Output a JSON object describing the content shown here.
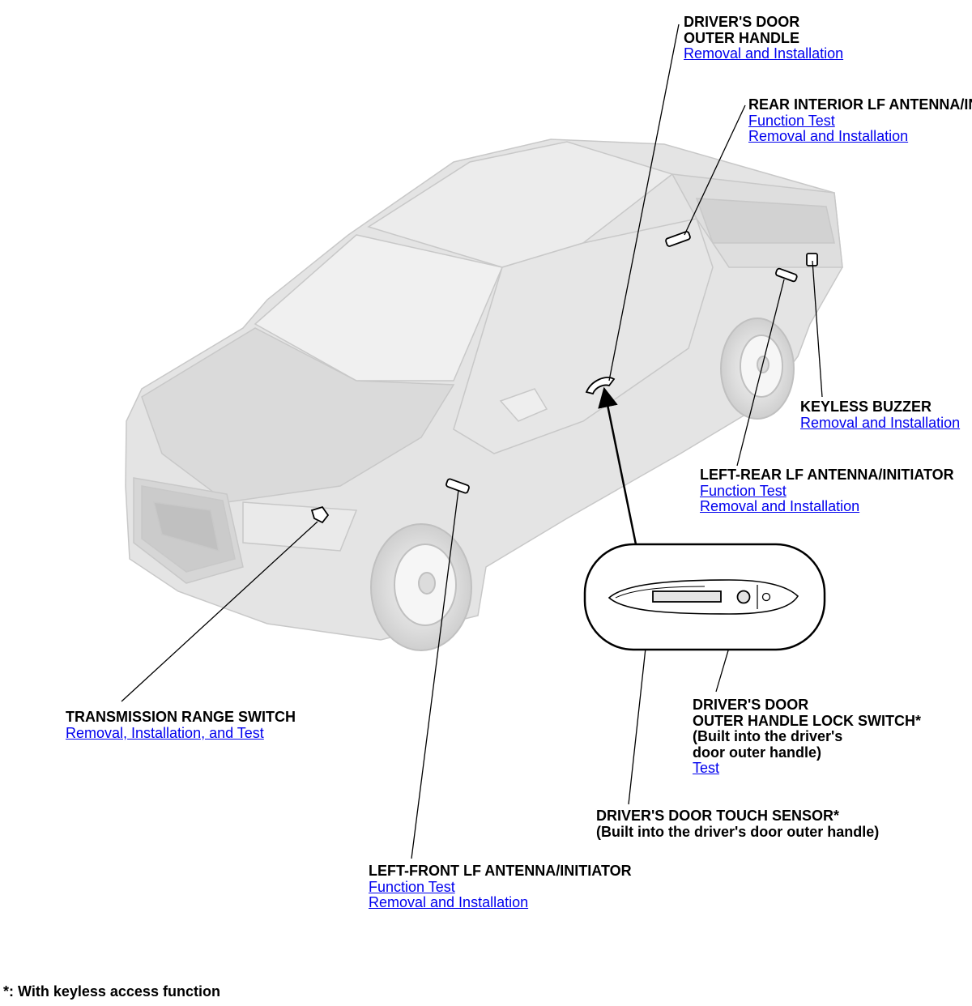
{
  "callouts": {
    "drivers_door_outer_handle": {
      "title_line1": "DRIVER'S DOOR",
      "title_line2": "OUTER HANDLE",
      "links": [
        "Removal and Installation"
      ]
    },
    "rear_interior_lf_antenna": {
      "title": "REAR INTERIOR LF ANTENNA/INITIATOR",
      "links": [
        "Function Test",
        "Removal and Installation"
      ]
    },
    "keyless_buzzer": {
      "title": "KEYLESS BUZZER",
      "links": [
        "Removal and Installation"
      ]
    },
    "left_rear_lf_antenna": {
      "title": "LEFT-REAR LF ANTENNA/INITIATOR",
      "links": [
        "Function Test",
        "Removal and Installation"
      ]
    },
    "transmission_range_switch": {
      "title": "TRANSMISSION RANGE SWITCH",
      "links": [
        "Removal, Installation, and Test"
      ]
    },
    "lock_switch": {
      "title_line1": "DRIVER'S DOOR",
      "title_line2": "OUTER HANDLE LOCK SWITCH*",
      "title_line3": "(Built into the driver's",
      "title_line4": "door outer handle)",
      "links": [
        "Test"
      ]
    },
    "touch_sensor": {
      "title_line1": "DRIVER'S DOOR TOUCH SENSOR*",
      "title_line2": "(Built into the driver's door outer handle)"
    },
    "left_front_lf_antenna": {
      "title": "LEFT-FRONT LF ANTENNA/INITIATOR",
      "links": [
        "Function Test",
        "Removal and Installation"
      ]
    }
  },
  "footnote": "*: With keyless access function",
  "colors": {
    "link": "#0000ee",
    "text": "#000000",
    "vehicle_fill": "#e4e4e4",
    "vehicle_line": "#c4c4c4"
  }
}
